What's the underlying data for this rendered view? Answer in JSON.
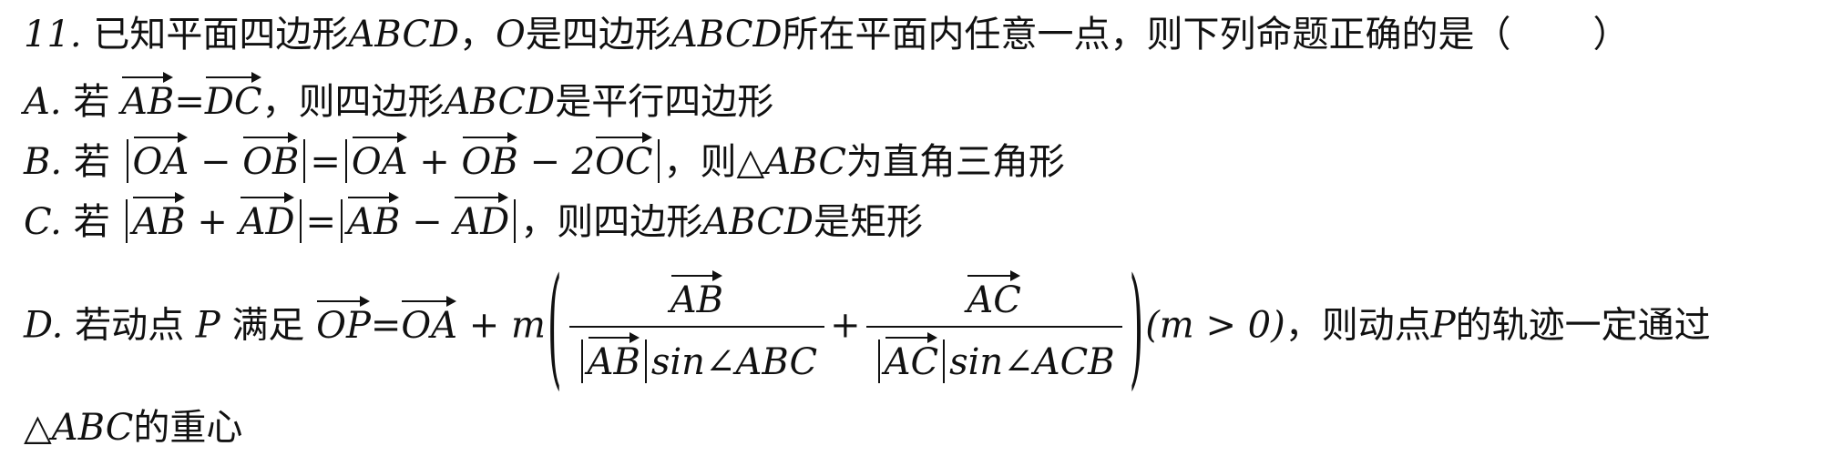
{
  "question": {
    "number": "11.",
    "stem_a": "已知平面四边形",
    "quad": "ABCD",
    "stem_b": "，",
    "point_o": "O",
    "stem_c": "是四边形",
    "stem_d": "所在平面内任意一点，则下列命题正确的是（",
    "stem_end": "）"
  },
  "options": {
    "a": {
      "label": "A.",
      "ruo": "若",
      "v1": "AB",
      "eq": "=",
      "v2": "DC",
      "concl_a": "，则四边形",
      "quad": "ABCD",
      "concl_b": "是平行四边形"
    },
    "b": {
      "label": "B.",
      "ruo": "若",
      "oa": "OA",
      "minus": "−",
      "ob": "OB",
      "eq": "=",
      "plus": "+",
      "two": "2",
      "oc": "OC",
      "concl_a": "，则",
      "tri": "△ABC",
      "concl_b": "为直角三角形"
    },
    "c": {
      "label": "C.",
      "ruo": "若",
      "ab": "AB",
      "plus": "+",
      "ad": "AD",
      "eq": "=",
      "minus": "−",
      "concl_a": "，则四边形",
      "quad": "ABCD",
      "concl_b": "是矩形"
    },
    "d": {
      "label": "D.",
      "text_a": "若动点",
      "p": "P",
      "text_b": "满足",
      "op": "OP",
      "eq": "=",
      "oa": "OA",
      "plus": "+",
      "m": "m",
      "lparen": "(",
      "rparen": ")",
      "ab": "AB",
      "ac": "AC",
      "sin_abc": "sin∠ABC",
      "sin_acb": "sin∠ACB",
      "cond": "(m > 0)",
      "text_c": "，则动点",
      "text_d": "的轨迹一定通过",
      "cont_tri": "△ABC",
      "cont_text": "的重心"
    }
  }
}
